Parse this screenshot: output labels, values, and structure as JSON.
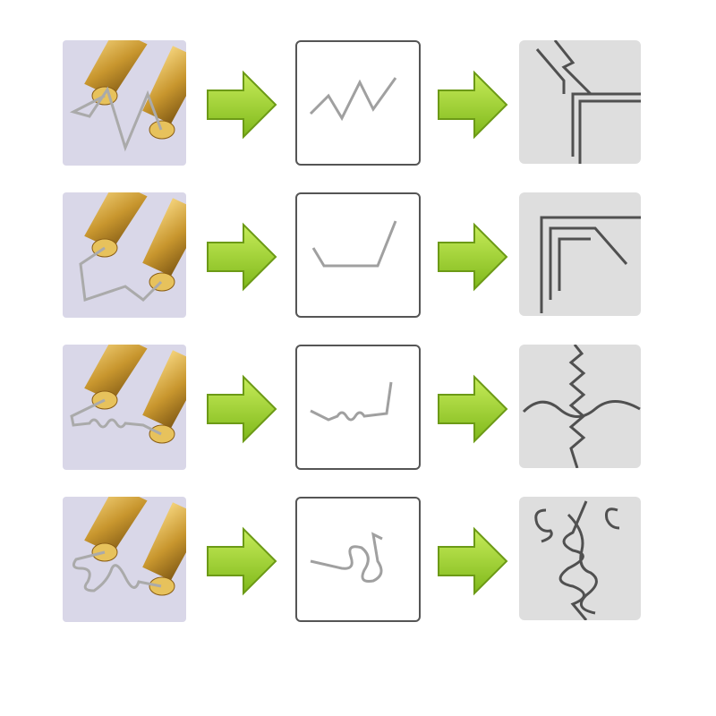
{
  "colors": {
    "arrow": "#9bd12e",
    "tool_bg": "#d9d7e8",
    "joint_bg": "#dedede",
    "brass": "#c8962e",
    "wire": "#9a9a9a",
    "joint_line": "#505050"
  },
  "rows": [
    {
      "staple_type": "wave"
    },
    {
      "staple_type": "v-corner"
    },
    {
      "staple_type": "flat"
    },
    {
      "staple_type": "s-wave"
    }
  ]
}
